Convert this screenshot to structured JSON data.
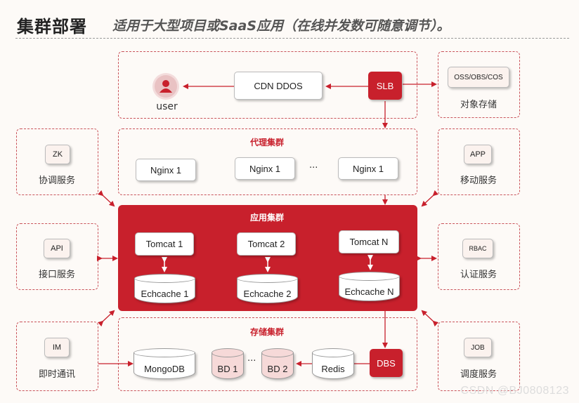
{
  "header": {
    "title": "集群部署",
    "subtitle": "适用于大型项目或SaaS应用（在线并发数可随意调节）。"
  },
  "top": {
    "user_label": "user",
    "cdn_label": "CDN  DDOS",
    "slb_label": "SLB"
  },
  "proxy_cluster": {
    "title": "代理集群",
    "nodes": [
      "Nginx 1",
      "Nginx 1",
      "Nginx 1"
    ],
    "ellipsis": "···"
  },
  "app_cluster": {
    "title": "应用集群",
    "tomcats": [
      "Tomcat 1",
      "Tomcat 2",
      "Tomcat N"
    ],
    "caches": [
      "Echcache 1",
      "Echcache 2",
      "Echcache N"
    ]
  },
  "storage_cluster": {
    "title": "存储集群",
    "mongodb": "MongoDB",
    "bd1": "BD 1",
    "ellipsis": "···",
    "bd2": "BD 2",
    "redis": "Redis",
    "dbs": "DBS"
  },
  "side_services": {
    "oss": {
      "tag": "OSS/OBS/COS",
      "caption": "对象存储"
    },
    "zk": {
      "tag": "ZK",
      "caption": "协调服务"
    },
    "app": {
      "tag": "APP",
      "caption": "移动服务"
    },
    "api": {
      "tag": "API",
      "caption": "接口服务"
    },
    "rbac": {
      "tag": "RBAC",
      "caption": "认证服务"
    },
    "im": {
      "tag": "IM",
      "caption": "即时通讯"
    },
    "job": {
      "tag": "JOB",
      "caption": "调度服务"
    }
  },
  "watermark": "CSDN @BJ0808123",
  "colors": {
    "accent": "#c8202c",
    "dashed_border": "#c9535a",
    "pink_fill": "#f6d9d8"
  }
}
